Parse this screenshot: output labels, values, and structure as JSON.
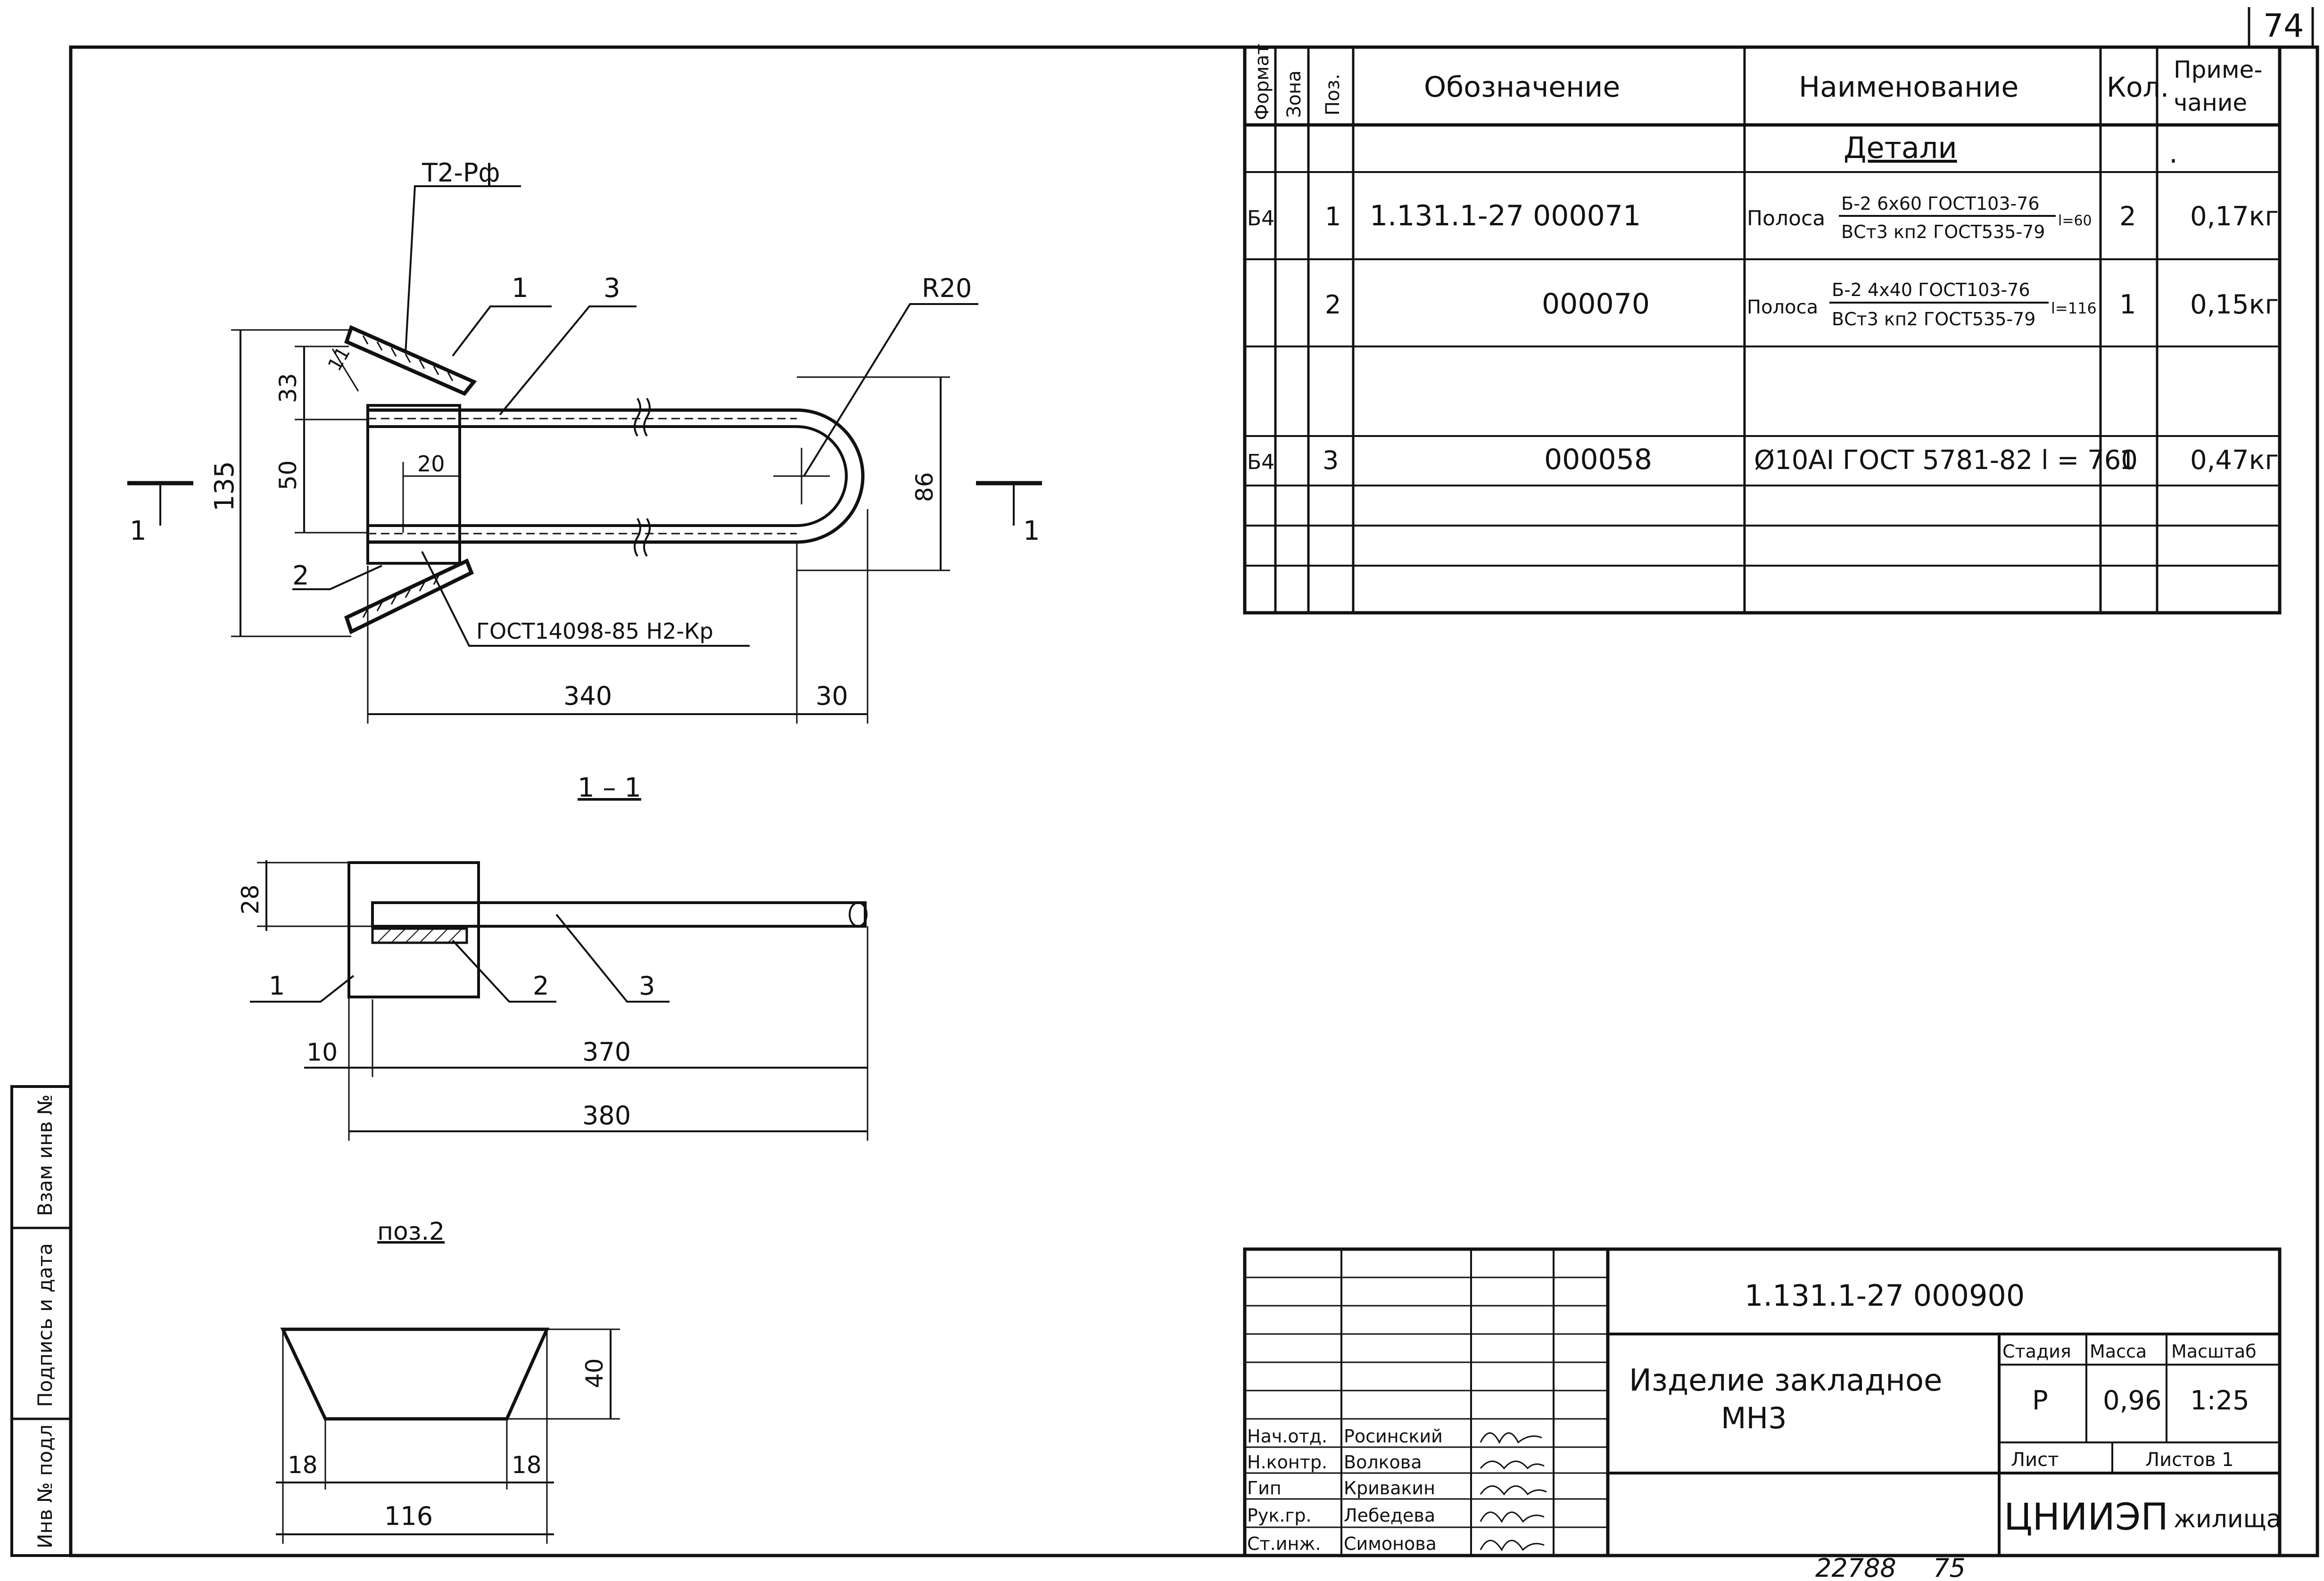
{
  "page_number": "74",
  "spec_table": {
    "headers": {
      "format": "Формат",
      "zone": "Зона",
      "pos": "Поз.",
      "designation": "Обозначение",
      "name": "Наименование",
      "qty": "Кол.",
      "note": "Приме-\nчание",
      "note_line1": "Приме-",
      "note_line2": "чание"
    },
    "section_title": "Детали",
    "note_mark": ".",
    "rows": [
      {
        "format": "Б4",
        "pos": "1",
        "designation": "1.131.1-27  000071",
        "name_prefix": "Полоса",
        "name_top": "Б-2 6х60 ГОСТ103-76",
        "name_bottom": "ВСт3 кп2 ГОСТ535-79",
        "name_suffix": "l=60",
        "qty": "2",
        "note": "0,17кг"
      },
      {
        "format": "",
        "pos": "2",
        "designation": "000070",
        "name_prefix": "Полоса",
        "name_top": "Б-2 4х40 ГОСТ103-76",
        "name_bottom": "ВСт3 кп2 ГОСТ535-79",
        "name_suffix": "l=116",
        "qty": "1",
        "note": "0,15кг"
      },
      {
        "format": "Б4",
        "pos": "3",
        "designation": "000058",
        "name_full": "Ø10АI ГОСТ 5781-82 l = 760",
        "qty": "1",
        "note": "0,47кг"
      }
    ]
  },
  "plan_view": {
    "weld_top": "Т2-Рф",
    "weld_bottom": "ГОСТ14098-85 Н2-Кр",
    "radius": "R20",
    "dim_135": "135",
    "dim_33": "33",
    "dim_50": "50",
    "dim_20": "20",
    "dim_11": "11",
    "dim_86": "86",
    "dim_340": "340",
    "dim_30": "30",
    "label_1": "1",
    "label_2": "2",
    "label_3": "3",
    "cut_mark": "1"
  },
  "section_view": {
    "title": "1 – 1",
    "dim_28": "28",
    "dim_10": "10",
    "dim_370": "370",
    "dim_380": "380",
    "label_1": "1",
    "label_2": "2",
    "label_3": "3"
  },
  "detail_view": {
    "title": "поз.2",
    "dim_40": "40",
    "dim_18_left": "18",
    "dim_18_right": "18",
    "dim_116": "116"
  },
  "title_block": {
    "code": "1.131.1-27  000900",
    "item_name_line1": "Изделие закладное",
    "item_name_line2": "МН3",
    "stage_label": "Стадия",
    "mass_label": "Масса",
    "scale_label": "Масштаб",
    "stage": "Р",
    "mass": "0,96",
    "scale": "1:25",
    "sheet_label": "Лист",
    "sheets_label": "Листов 1",
    "org_main": "ЦНИИЭП",
    "org_sub": "жилища",
    "people": [
      {
        "role": "Нач.отд.",
        "name": "Росинский"
      },
      {
        "role": "Н.контр.",
        "name": "Волкова"
      },
      {
        "role": "Гип",
        "name": "Кривакин"
      },
      {
        "role": "Рук.гр.",
        "name": "Лебедева"
      },
      {
        "role": "Ст.инж.",
        "name": "Симонова"
      }
    ]
  },
  "side_stamp": {
    "inv_orig": "Инв № подл",
    "sign_date": "Подпись и дата",
    "inv_repl": "Взам инв №"
  },
  "footer": {
    "number": "22788",
    "sheet": "75"
  }
}
